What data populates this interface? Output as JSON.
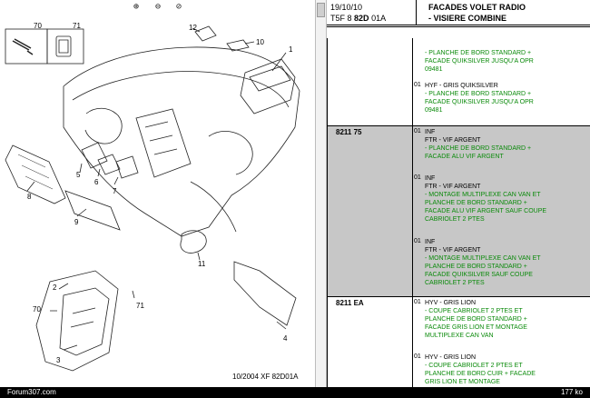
{
  "toolbar": {
    "zoom_in_icon": "zoom-in-icon",
    "zoom_out_icon": "zoom-out-icon",
    "zoom_fit_icon": "zoom-fit-icon"
  },
  "diagram": {
    "callouts": [
      "70",
      "71",
      "12",
      "10",
      "1",
      "5",
      "6",
      "7",
      "8",
      "9",
      "11",
      "2",
      "70",
      "71",
      "4",
      "3"
    ],
    "caption": "10/2004   XF 82D01A"
  },
  "header": {
    "date": "19/10/10",
    "category": "FACADES   VOLET RADIO",
    "ref_prefix": "T5F 8",
    "ref_bold": "82D",
    "ref_suffix": "01A",
    "title": "- VISIERE COMBINE"
  },
  "parts": [
    {
      "code": "",
      "rows": [
        {
          "num": "",
          "lines": [
            {
              "t": "- PLANCHE DE BORD STANDARD +",
              "c": "grn"
            },
            {
              "t": "FACADE QUIKSILVER JUSQU'A OPR",
              "c": "grn"
            },
            {
              "t": "09481",
              "c": "grn"
            }
          ]
        },
        {
          "num": "01",
          "lines": [
            {
              "t": "HYF - GRIS QUIKSILVER",
              "c": "blk"
            },
            {
              "t": "- PLANCHE DE BORD STANDARD +",
              "c": "grn"
            },
            {
              "t": "FACADE QUIKSILVER JUSQU'A OPR",
              "c": "grn"
            },
            {
              "t": "09481",
              "c": "grn"
            }
          ]
        }
      ]
    },
    {
      "code": "8211 75",
      "rows": [
        {
          "num": "01",
          "lines": [
            {
              "t": "INF",
              "c": "blk"
            },
            {
              "t": "FTR - VIF ARGENT",
              "c": "blk"
            },
            {
              "t": "- PLANCHE DE BORD STANDARD +",
              "c": "grn"
            },
            {
              "t": "FACADE ALU VIF ARGENT",
              "c": "grn"
            }
          ]
        },
        {
          "num": "01",
          "lines": [
            {
              "t": "INF",
              "c": "blk"
            },
            {
              "t": "FTR - VIF ARGENT",
              "c": "blk"
            },
            {
              "t": "- MONTAGE MULTIPLEXE CAN VAN ET",
              "c": "grn"
            },
            {
              "t": "PLANCHE DE BORD STANDARD +",
              "c": "grn"
            },
            {
              "t": "FACADE ALU VIF ARGENT SAUF COUPE",
              "c": "grn"
            },
            {
              "t": "CABRIOLET 2 PTES",
              "c": "grn"
            }
          ]
        },
        {
          "num": "01",
          "lines": [
            {
              "t": "INF",
              "c": "blk"
            },
            {
              "t": "FTR - VIF ARGENT",
              "c": "blk"
            },
            {
              "t": "- MONTAGE MULTIPLEXE CAN VAN ET",
              "c": "grn"
            },
            {
              "t": "PLANCHE DE BORD STANDARD +",
              "c": "grn"
            },
            {
              "t": "FACADE QUIKSILVER SAUF COUPE",
              "c": "grn"
            },
            {
              "t": "CABRIOLET 2 PTES",
              "c": "grn"
            }
          ]
        }
      ]
    },
    {
      "code": "8211 EA",
      "rows": [
        {
          "num": "01",
          "lines": [
            {
              "t": "HYV - GRIS LION",
              "c": "blk"
            },
            {
              "t": "- COUPE CABRIOLET 2 PTES ET",
              "c": "grn"
            },
            {
              "t": "PLANCHE DE BORD STANDARD +",
              "c": "grn"
            },
            {
              "t": "FACADE GRIS LION ET MONTAGE",
              "c": "grn"
            },
            {
              "t": "MULTIPLEXE CAN VAN",
              "c": "grn"
            }
          ]
        },
        {
          "num": "01",
          "lines": [
            {
              "t": "HYV - GRIS LION",
              "c": "blk"
            },
            {
              "t": "- COUPE CABRIOLET 2 PTES ET",
              "c": "grn"
            },
            {
              "t": "PLANCHE DE BORD CUIR + FACADE",
              "c": "grn"
            },
            {
              "t": "GRIS LION ET MONTAGE",
              "c": "grn"
            }
          ]
        }
      ]
    }
  ],
  "footer": {
    "site": "Forum307.com",
    "size": "177 ko"
  },
  "colors": {
    "grey_band": "#c7c7c7",
    "condition_text": "#0a8a0a"
  }
}
